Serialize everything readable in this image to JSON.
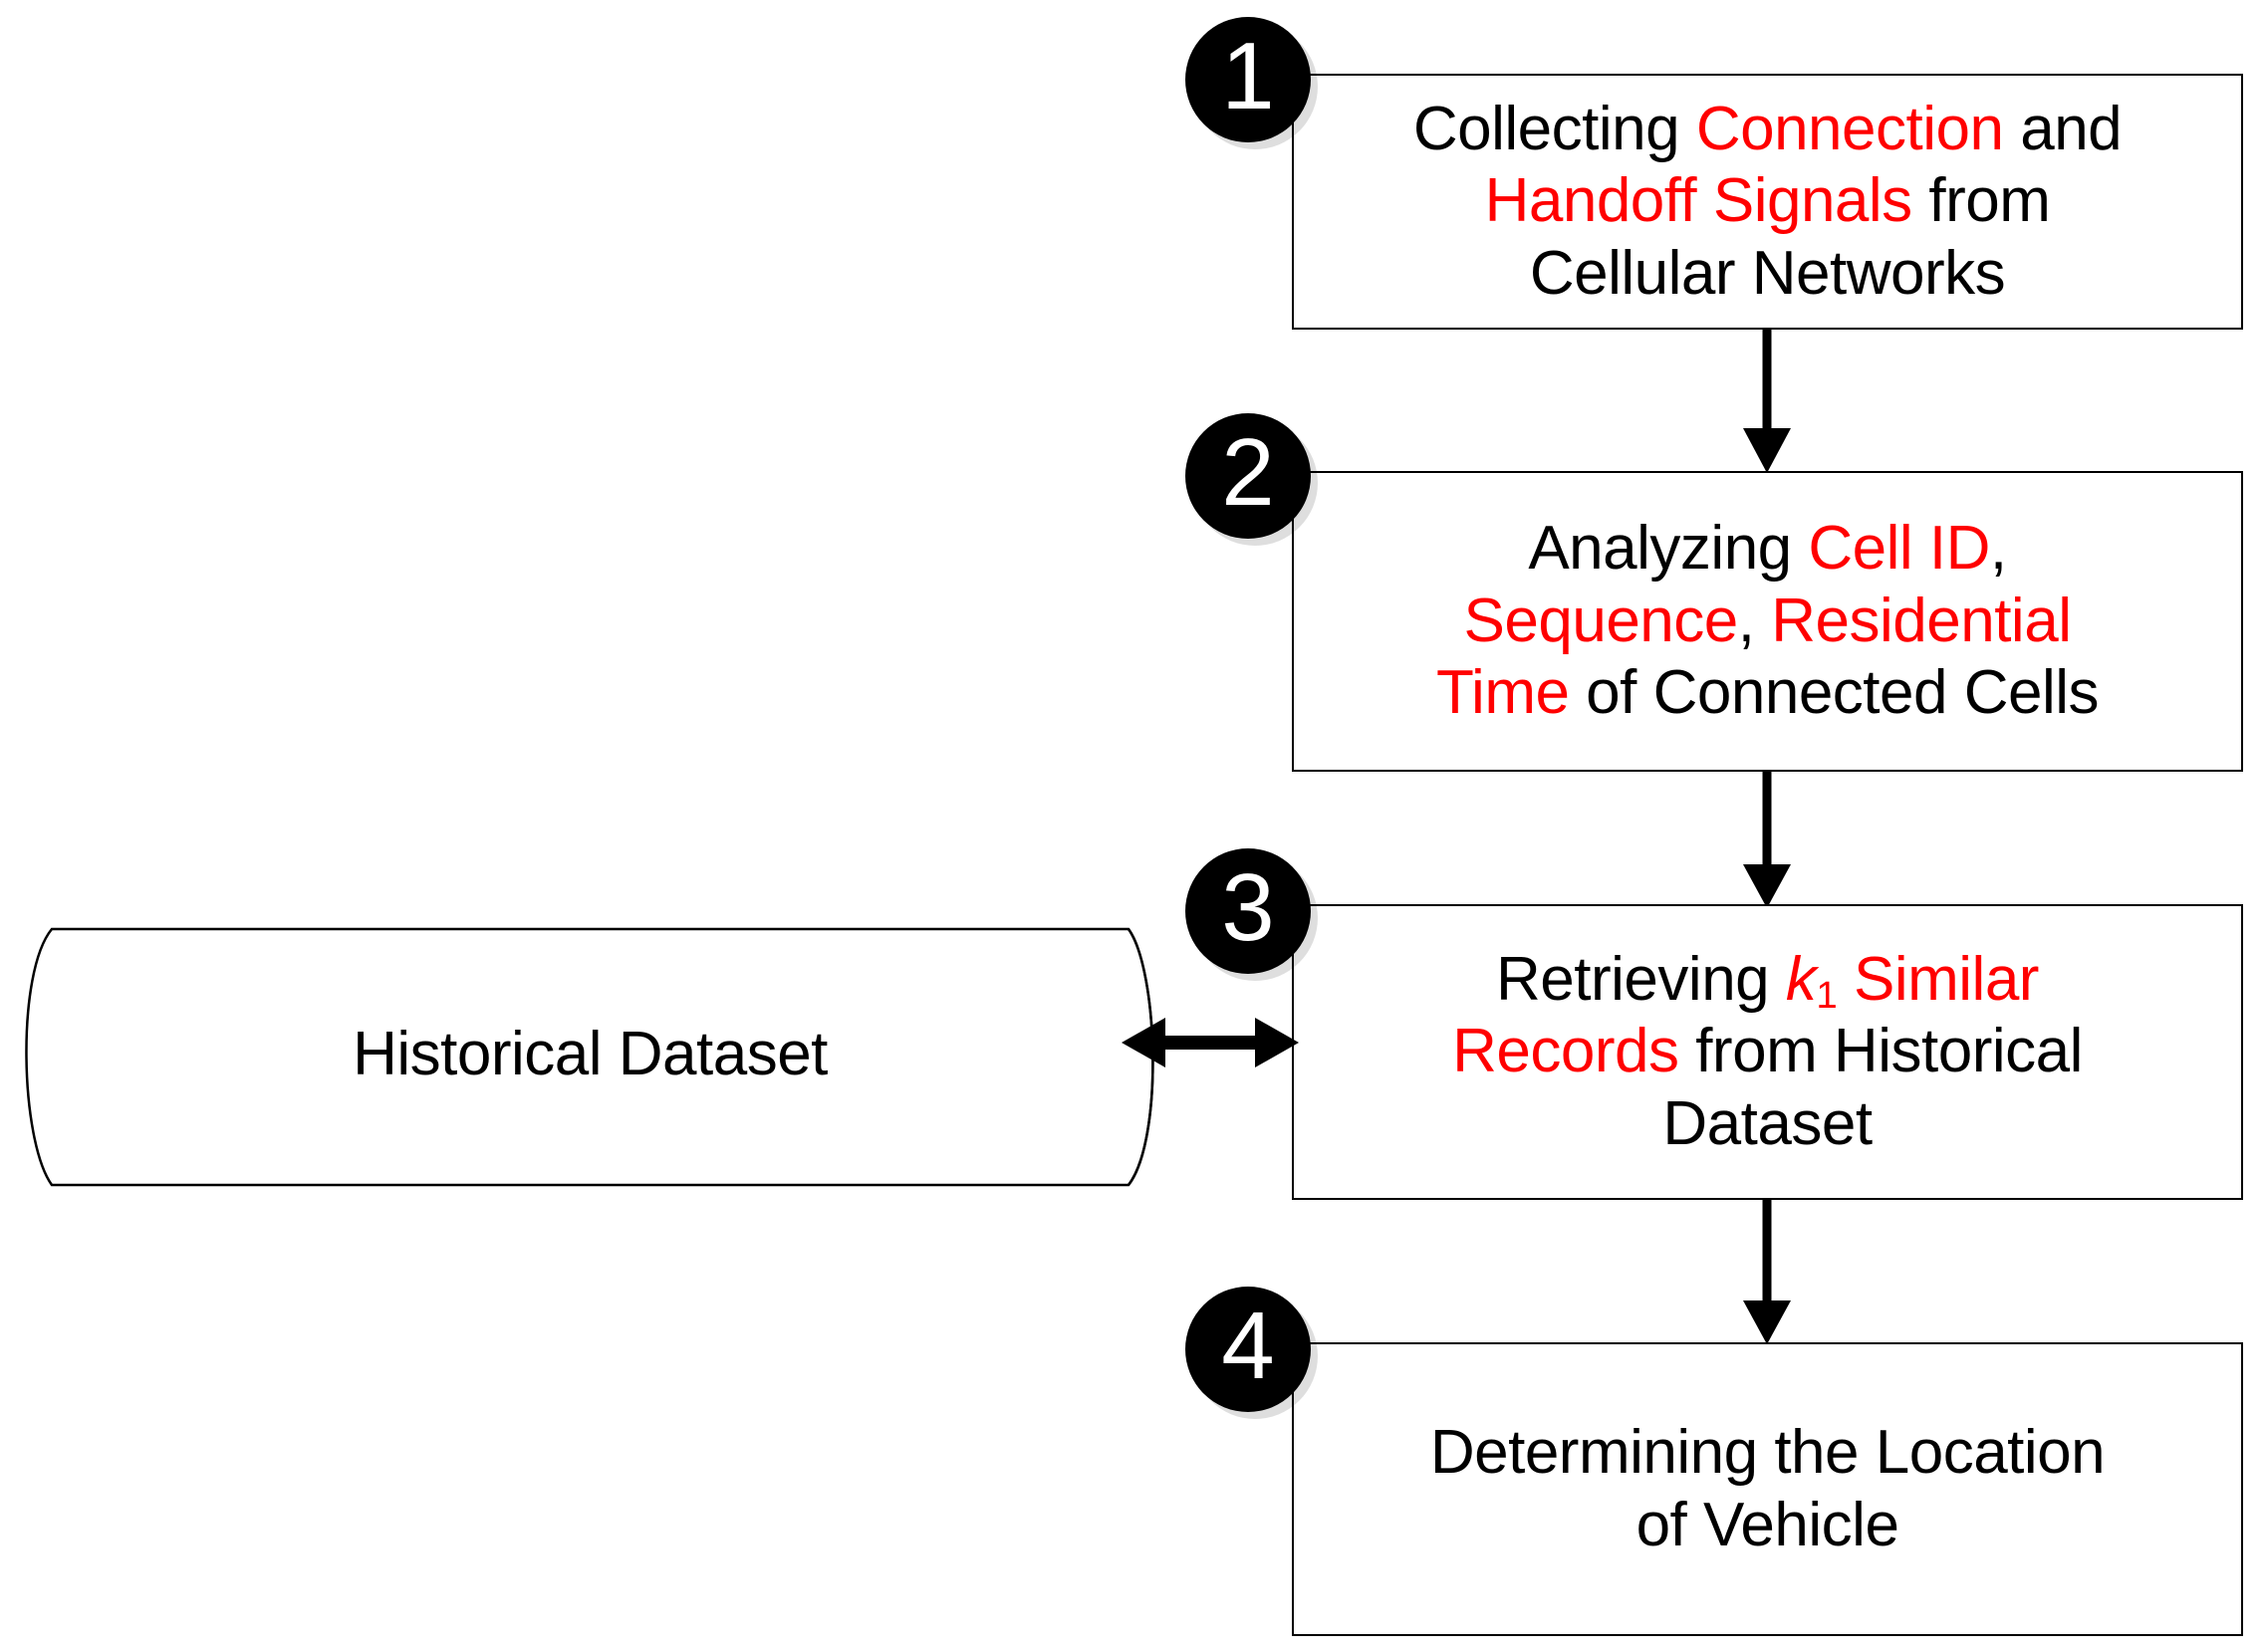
{
  "diagram": {
    "title_absent": true,
    "colors": {
      "highlight": "#ff0000",
      "text": "#000000",
      "box_border": "#000000",
      "background": "#ffffff",
      "badge_fill": "#000000",
      "badge_text": "#ffffff"
    },
    "datastore": {
      "name": "historical-dataset",
      "label": "Historical Dataset",
      "shape": "cylinder-horizontal"
    },
    "steps": [
      {
        "number": "1",
        "name": "collecting-signals",
        "lines": [
          [
            {
              "t": "Collecting ",
              "hl": false
            },
            {
              "t": "Connection",
              "hl": true
            },
            {
              "t": " and",
              "hl": false
            }
          ],
          [
            {
              "t": "Handoff Signals",
              "hl": true
            },
            {
              "t": " from",
              "hl": false
            }
          ],
          [
            {
              "t": "Cellular Networks",
              "hl": false
            }
          ]
        ],
        "plain_text": "Collecting Connection and Handoff Signals from Cellular Networks"
      },
      {
        "number": "2",
        "name": "analyzing-cells",
        "lines": [
          [
            {
              "t": "Analyzing ",
              "hl": false
            },
            {
              "t": "Cell ID",
              "hl": true
            },
            {
              "t": ",",
              "hl": false
            }
          ],
          [
            {
              "t": "Sequence",
              "hl": true
            },
            {
              "t": ", ",
              "hl": false
            },
            {
              "t": "Residential",
              "hl": true
            }
          ],
          [
            {
              "t": "Time",
              "hl": true
            },
            {
              "t": " of Connected Cells",
              "hl": false
            }
          ]
        ],
        "plain_text": "Analyzing Cell ID, Sequence, Residential Time of Connected Cells"
      },
      {
        "number": "3",
        "name": "retrieving-records",
        "lines": [
          [
            {
              "t": "Retrieving ",
              "hl": false
            },
            {
              "t": "k",
              "hl": true,
              "italic": true,
              "sub": "1"
            },
            {
              "t": " Similar",
              "hl": true
            }
          ],
          [
            {
              "t": "Records",
              "hl": true
            },
            {
              "t": " from Historical",
              "hl": false
            }
          ],
          [
            {
              "t": "Dataset",
              "hl": false
            }
          ]
        ],
        "plain_text": "Retrieving k1 Similar Records from Historical Dataset"
      },
      {
        "number": "4",
        "name": "determining-location",
        "lines": [
          [
            {
              "t": "Determining the Location",
              "hl": false
            }
          ],
          [
            {
              "t": "of Vehicle",
              "hl": false
            }
          ]
        ],
        "plain_text": "Determining the Location of Vehicle"
      }
    ],
    "connectors": [
      {
        "name": "arrow-step1-to-step2",
        "type": "arrow-down"
      },
      {
        "name": "arrow-step2-to-step3",
        "type": "arrow-down"
      },
      {
        "name": "arrow-step3-to-step4",
        "type": "arrow-down"
      },
      {
        "name": "arrow-dataset-step3",
        "type": "arrow-double-horizontal"
      }
    ]
  }
}
